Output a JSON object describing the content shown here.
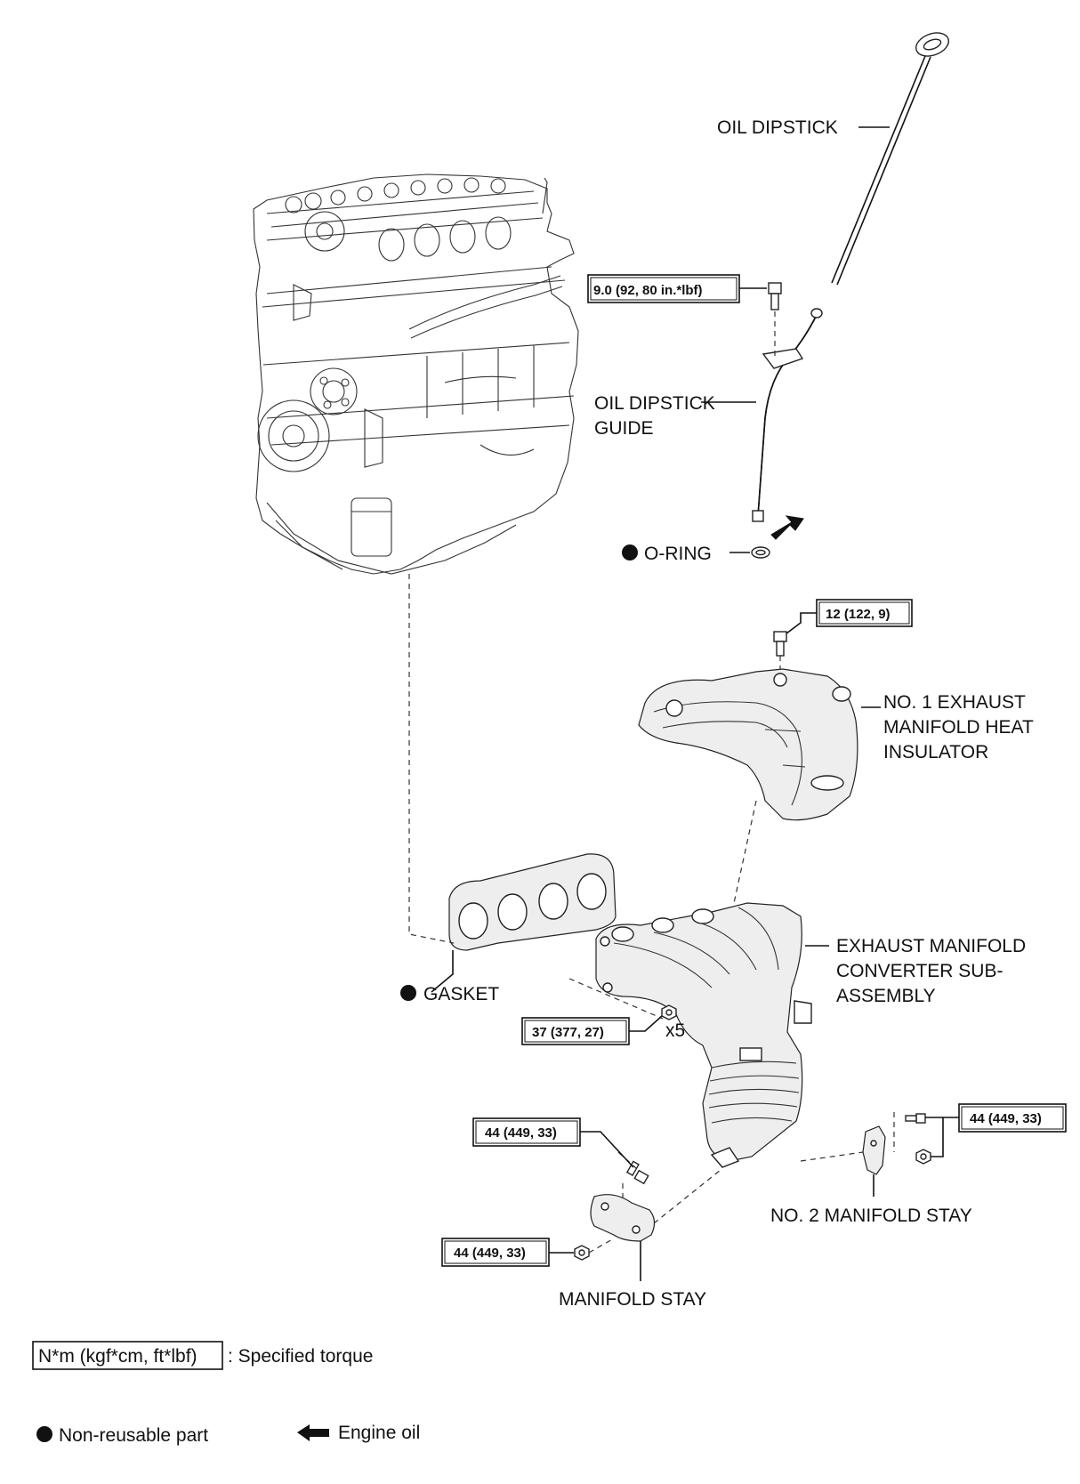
{
  "labels": {
    "oil_dipstick": "OIL DIPSTICK",
    "oil_dipstick_guide_line1": "OIL DIPSTICK",
    "oil_dipstick_guide_line2": "GUIDE",
    "o_ring": "O-RING",
    "heat_insulator_line1": "NO. 1 EXHAUST",
    "heat_insulator_line2": "MANIFOLD HEAT",
    "heat_insulator_line3": "INSULATOR",
    "exhaust_manifold_line1": "EXHAUST MANIFOLD",
    "exhaust_manifold_line2": "CONVERTER SUB-",
    "exhaust_manifold_line3": "ASSEMBLY",
    "gasket": "GASKET",
    "quantity_x5": "x5",
    "no2_manifold_stay": "NO. 2 MANIFOLD STAY",
    "manifold_stay": "MANIFOLD STAY"
  },
  "torques": {
    "dipstick_guide_bolt": "9.0 (92, 80 in.*lbf)",
    "heat_insulator_bolt": "12 (122, 9)",
    "manifold_nuts": "37 (377, 27)",
    "manifold_stay_bolt": "44 (449, 33)",
    "manifold_stay_nut": "44 (449, 33)",
    "no2_stay_fasteners": "44 (449, 33)"
  },
  "legend": {
    "torque_box": "N*m (kgf*cm, ft*lbf)",
    "torque_text": ": Specified torque",
    "non_reusable": "Non-reusable part",
    "engine_oil": "Engine oil"
  }
}
